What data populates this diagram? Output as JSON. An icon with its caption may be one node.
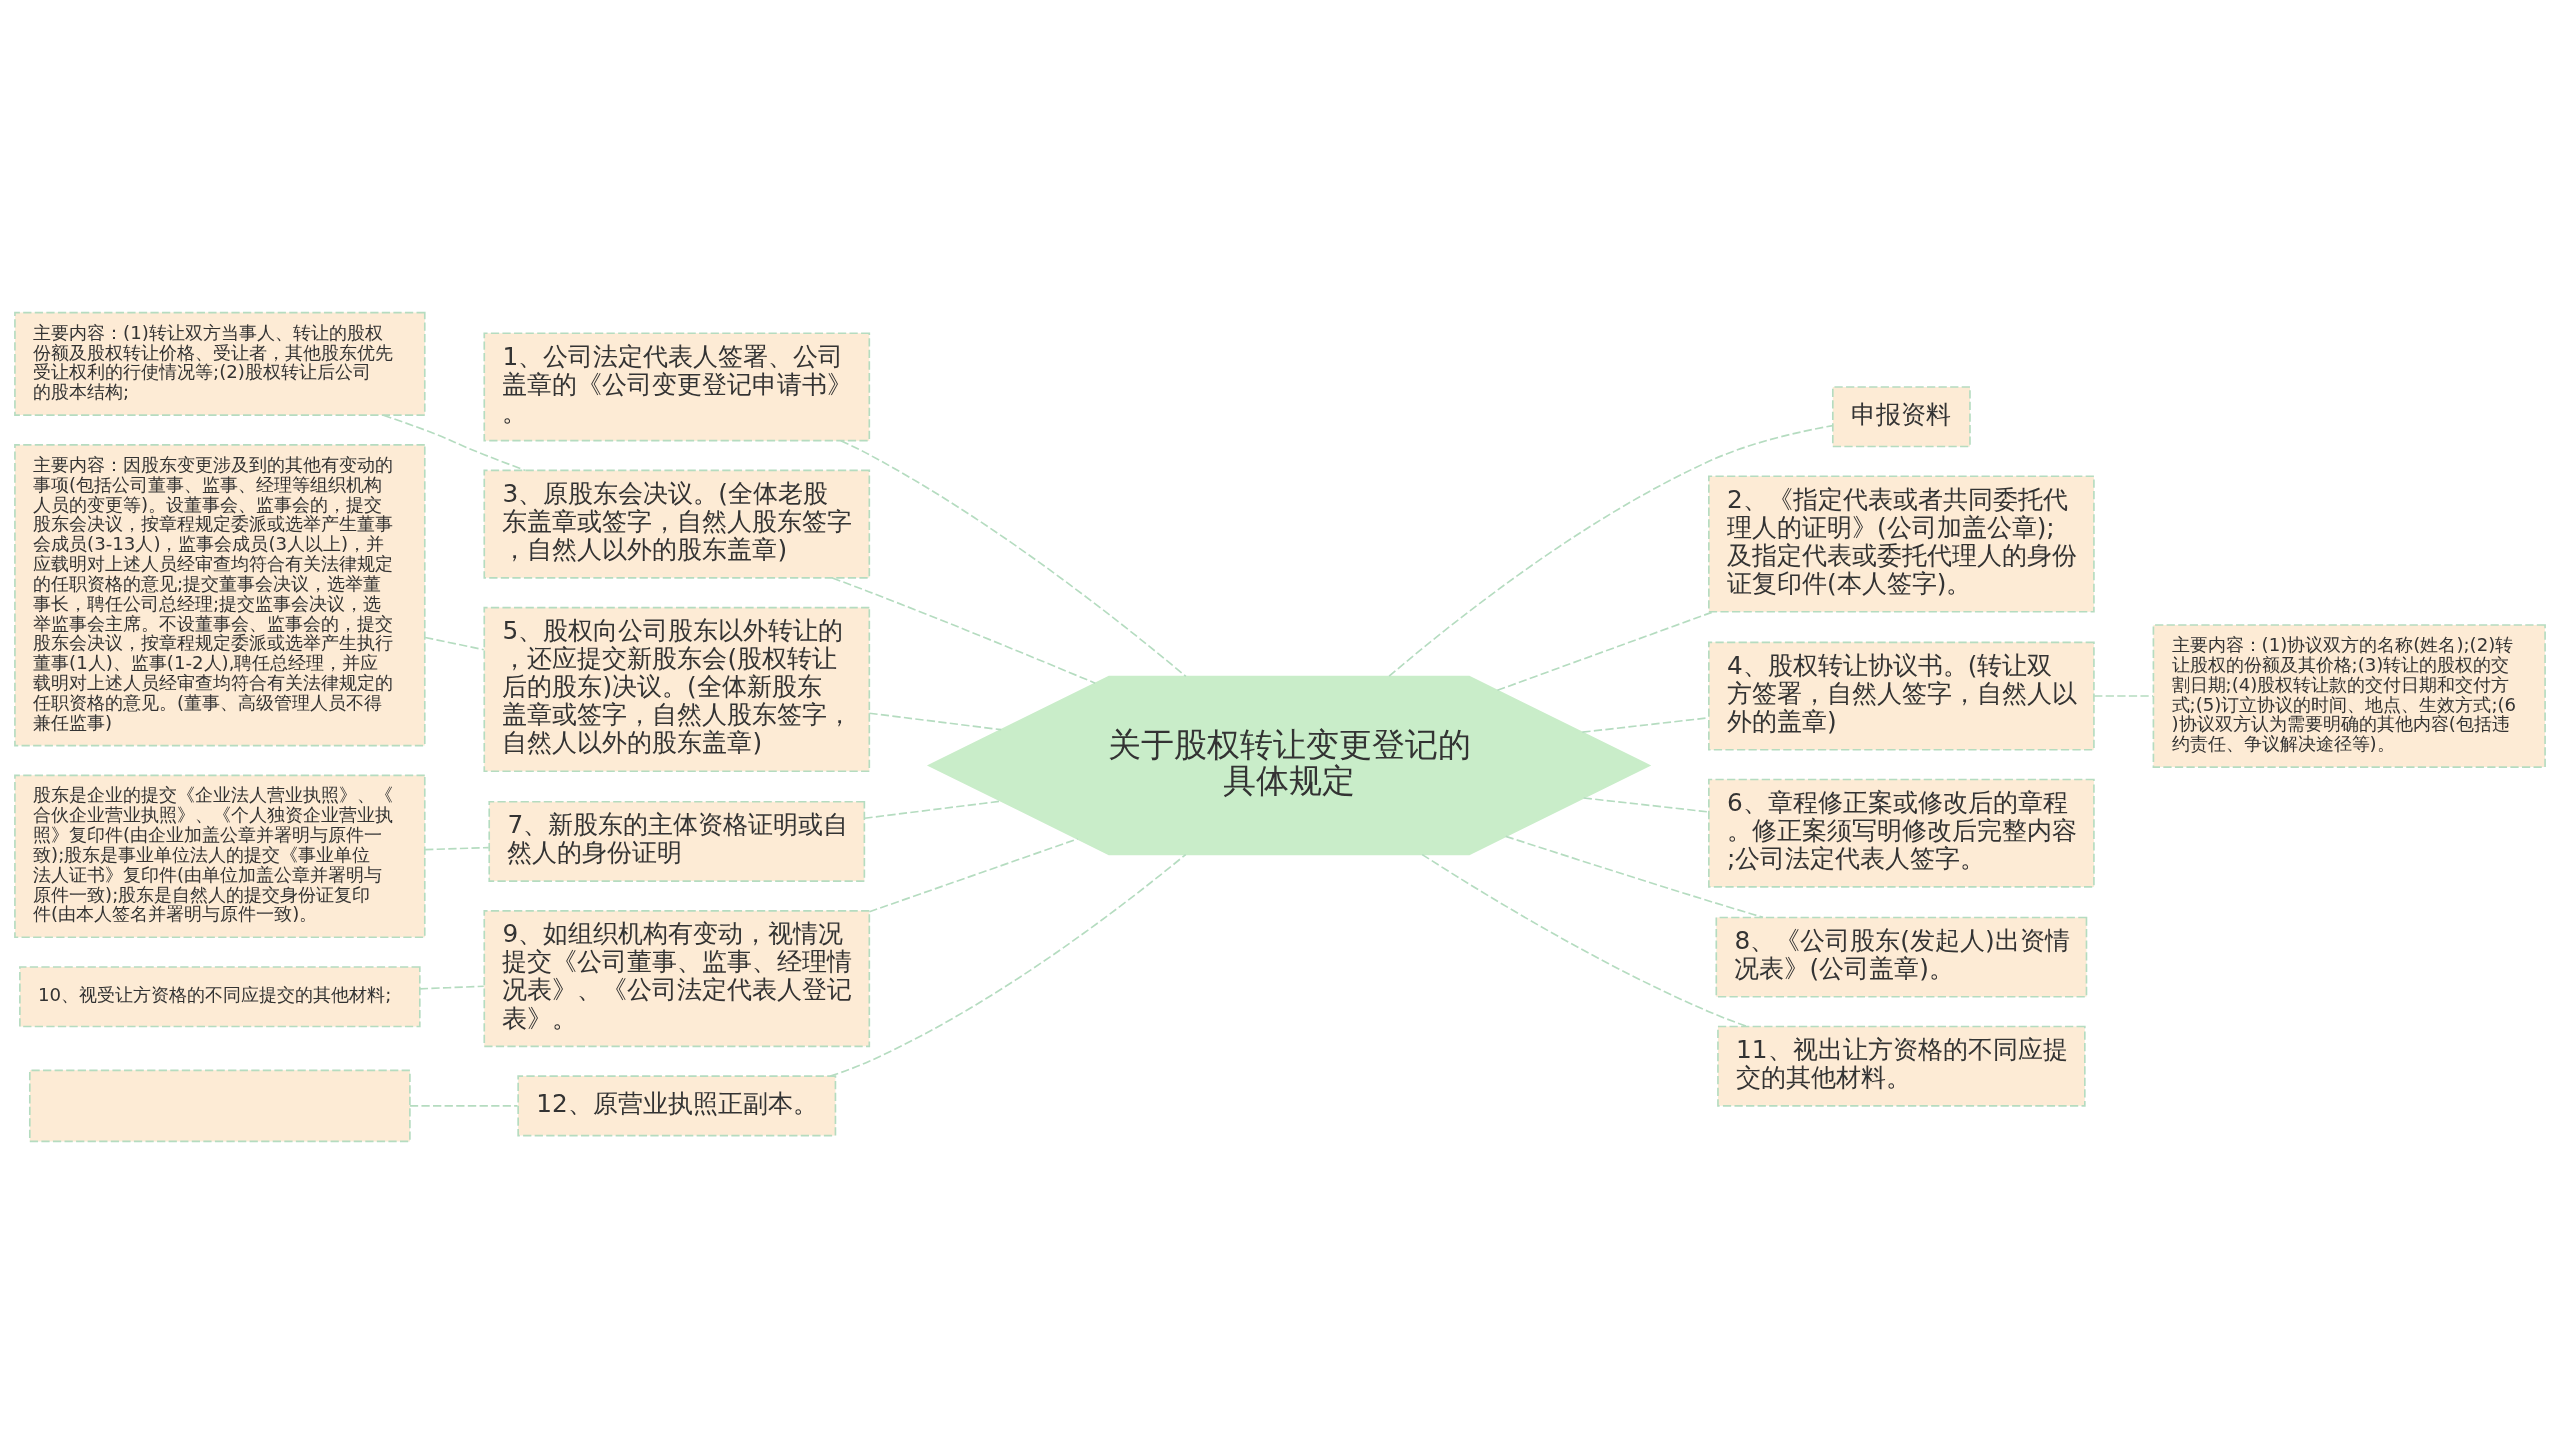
{
  "diagram": {
    "nodes": [
      {
        "text": [
          "关于股权转让变更登记的具体规定"
        ]
      },
      {
        "text": [
          "1、公司法定代表人签署、公司盖章的《公司变更登记申请书》。"
        ]
      },
      {
        "text": [
          "3、原股东会决议。(全体老股东盖章或签字，自然人股东签字，自然人以外的股东盖章)"
        ]
      },
      {
        "text": [
          "主要内容：(1)转让双方当事人、转让的股权份额及股权转让价格、受让者，其他股东优先受让权利的行使情况等;(2)股权转让后公司的股本结构;"
        ]
      },
      {
        "text": [
          "5、股权向公司股东以外转让的，还应提交新股东会(股权转让后的股东)决议。(全体新股东盖章或签字，自然人股东签字，自然人以外的股东盖章)"
        ]
      },
      {
        "text": [
          "主要内容：因股东变更涉及到的其他有变动的事项(包括公司董事、监事、经理等组织机构人员的变更等)。设董事会、监事会的，提交股东会决议，按章程规定委派或选举产生董事会成员(3-13人)，监事会成员(3人以上)，并应载明对上述人员经审查均符合有关法律规定的任职资格的意见;提交董事会决议，选举董事长，聘任公司总经理;提交监事会决议，选举监事会主席。不设董事会、监事会的，提交股东会决议，按章程规定委派或选举产生执行董事(1人)、监事(1-2人),聘任总经理，并应载明对上述人员经审查均符合有关法律规定的任职资格的意见。(董事、高级管理人员不得兼任监事)"
        ]
      },
      {
        "text": [
          "7、新股东的主体资格证明或自然人的身份证明"
        ]
      },
      {
        "text": [
          "股东是企业的提交《企业法人营业执照》、《合伙企业营业执照》、《个人独资企业营业执照》复印件(由企业加盖公章并署明与原件一致);股东是事业单位法人的提交《事业单位法人证书》复印件(由单位加盖公章并署明与原件一致);股东是自然人的提交身份证复印件(由本人签名并署明与原件一致)。"
        ]
      },
      {
        "text": [
          "9、如组织机构有变动，视情况提交《公司董事、监事、经理情况表》、《公司法定代表人登记表》。"
        ]
      },
      {
        "text": [
          "10、视受让方资格的不同应提交的其他材料;"
        ]
      },
      {
        "text": [
          "12、原营业执照正副本。"
        ]
      },
      {
        "text": [],
        "shape": "box"
      },
      {
        "text": [
          "申报资料"
        ]
      },
      {
        "text": [
          "2、《指定代表或者共同委托代理人的证明》(公司加盖公章);及指定代表或委托代理人的身份证复印件(本人签字)。"
        ]
      },
      {
        "text": [
          "4、股权转让协议书。(转让双方签署，自然人签字，自然人以外的盖章)"
        ]
      },
      {
        "text": [
          "主要内容：(1)协议双方的名称(姓名);(2)转让股权的份额及其价格;(3)转让的股权的交割日期;(4)股权转让款的交付日期和交付方式;(5)订立协议的时间、地点、生效方式;(6)协议双方认为需要明确的其他内容(包括违约责任、争议解决途径等)。"
        ]
      },
      {
        "text": [
          "6、章程修正案或修改后的章程。修正案须写明修改后完整内容;公司法定代表人签字。"
        ]
      },
      {
        "text": [
          "8、《公司股东(发起人)出资情况表》(公司盖章)。"
        ]
      },
      {
        "text": [
          "11、视出让方资格的不同应提交的其他材料。"
        ]
      }
    ],
    "edges": [
      {
        "from": 0,
        "to": 1,
        "arrow": "none",
        "style": "dashed"
      },
      {
        "from": 0,
        "to": 2,
        "arrow": "none",
        "style": "dashed"
      },
      {
        "from": 2,
        "to": 3,
        "arrow": "none",
        "style": "dashed"
      },
      {
        "from": 0,
        "to": 4,
        "arrow": "none",
        "style": "dashed"
      },
      {
        "from": 4,
        "to": 5,
        "arrow": "none",
        "style": "dashed"
      },
      {
        "from": 0,
        "to": 6,
        "arrow": "none",
        "style": "dashed"
      },
      {
        "from": 6,
        "to": 7,
        "arrow": "none",
        "style": "dashed"
      },
      {
        "from": 0,
        "to": 8,
        "arrow": "none",
        "style": "dashed"
      },
      {
        "from": 8,
        "to": 9,
        "arrow": "none",
        "style": "dashed"
      },
      {
        "from": 0,
        "to": 10,
        "arrow": "none",
        "style": "dashed"
      },
      {
        "from": 10,
        "to": 11,
        "arrow": "none",
        "style": "dashed"
      },
      {
        "from": 0,
        "to": 12,
        "arrow": "none",
        "style": "dashed"
      },
      {
        "from": 0,
        "to": 13,
        "arrow": "none",
        "style": "dashed"
      },
      {
        "from": 0,
        "to": 14,
        "arrow": "none",
        "style": "dashed"
      },
      {
        "from": 14,
        "to": 15,
        "arrow": "none",
        "style": "dashed"
      },
      {
        "from": 0,
        "to": 16,
        "arrow": "none",
        "style": "dashed"
      },
      {
        "from": 0,
        "to": 17,
        "arrow": "none",
        "style": "dashed"
      },
      {
        "from": 0,
        "to": 18,
        "arrow": "none",
        "style": "dashed"
      }
    ]
  }
}
